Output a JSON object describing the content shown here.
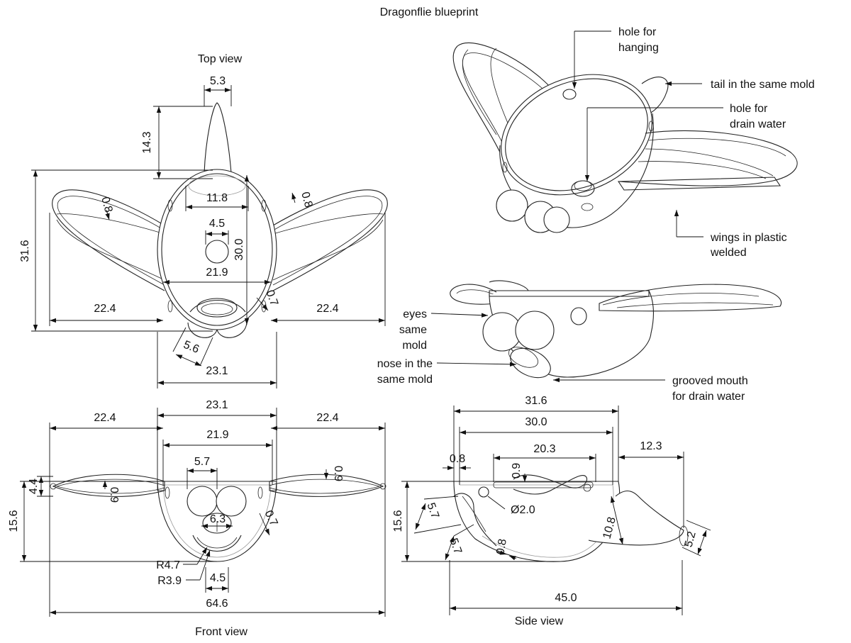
{
  "title": "Dragonflie blueprint",
  "views": {
    "top": "Top view",
    "front": "Front view",
    "side": "Side view"
  },
  "dimensions": {
    "top": {
      "tail_width": "5.3",
      "tail_length": "14.3",
      "body_length": "31.6",
      "body_inner_width": "11.8",
      "hole_width": "4.5",
      "inner_length": "30.0",
      "inner_width": "21.9",
      "wing_left": "22.4",
      "wing_right": "22.4",
      "wall_left": "0.8",
      "wall_right": "0.8",
      "wall_inner": "0.7",
      "nose": "5.6",
      "overall_width": "23.1"
    },
    "front": {
      "overall_width": "23.1",
      "inner_width": "21.9",
      "wing_left": "22.4",
      "wing_right": "22.4",
      "eye_width": "5.7",
      "wing_thickness_left": "0.9",
      "wing_thickness_right": "0.9",
      "wing_height": "4.4",
      "height": "15.6",
      "mouth_width": "6.3",
      "wall": "0.7",
      "radius_outer": "R4.7",
      "radius_inner": "R3.9",
      "mouth_base": "4.5",
      "total_span": "64.6"
    },
    "side": {
      "body_length": "31.6",
      "inner_length": "30.0",
      "rim": "0.8",
      "wing_length": "20.3",
      "tail_length": "12.3",
      "wing_thickness": "0.9",
      "hole_diameter": "Ø2.0",
      "height": "15.6",
      "eye_a": "5.7",
      "eye_b": "5.7",
      "wall": "0.8",
      "tail_height": "10.8",
      "tail_tip": "5.2",
      "overall_length": "45.0"
    }
  },
  "callouts": {
    "hole_hanging": [
      "hole for",
      "hanging"
    ],
    "tail": "tail in the same mold",
    "hole_drain": [
      "hole for",
      "drain water"
    ],
    "wings": [
      "wings in plastic",
      "welded"
    ],
    "eyes": [
      "eyes",
      "same",
      "mold"
    ],
    "nose": [
      "nose in the",
      "same mold"
    ],
    "mouth": [
      "grooved mouth",
      "for drain water"
    ]
  }
}
